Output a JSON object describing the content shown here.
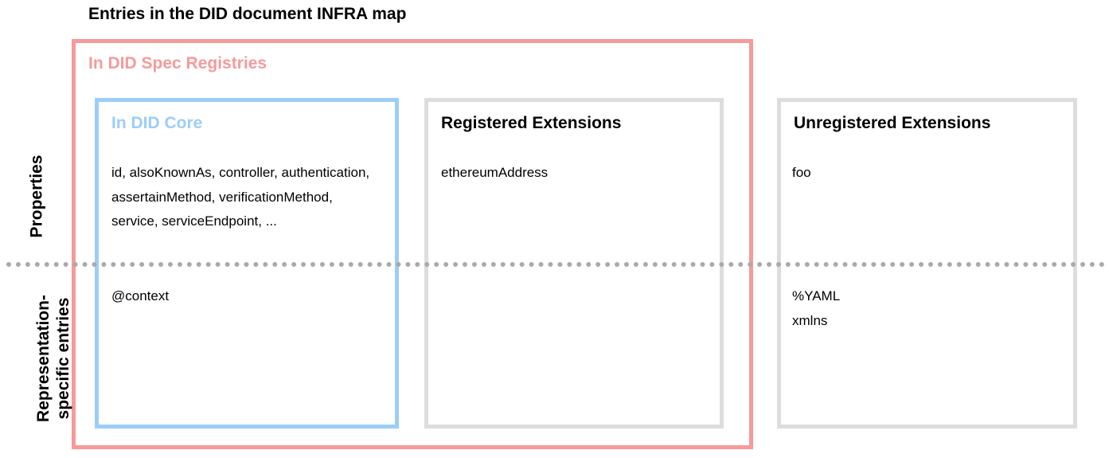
{
  "title": "Entries in the DID document INFRA map",
  "colors": {
    "registries": "#f69a9a",
    "core": "#9ccdf9",
    "extensions": "#dddddd",
    "divider": "#aaaaaa"
  },
  "row_labels": {
    "properties": "Properties",
    "representation_line1": "Representation-",
    "representation_line2": "specific entries"
  },
  "boxes": {
    "registries": {
      "label": "In DID Spec Registries"
    },
    "core": {
      "label": "In DID Core",
      "properties": [
        "id, alsoKnownAs, controller, authentication,",
        "assertainMethod, verificationMethod,",
        "service, serviceEndpoint, ..."
      ],
      "representation": [
        "@context"
      ]
    },
    "registered": {
      "label": "Registered Extensions",
      "properties": [
        "ethereumAddress"
      ],
      "representation": []
    },
    "unregistered": {
      "label": "Unregistered Extensions",
      "properties": [
        "foo"
      ],
      "representation": [
        "%YAML",
        "xmlns"
      ]
    }
  }
}
